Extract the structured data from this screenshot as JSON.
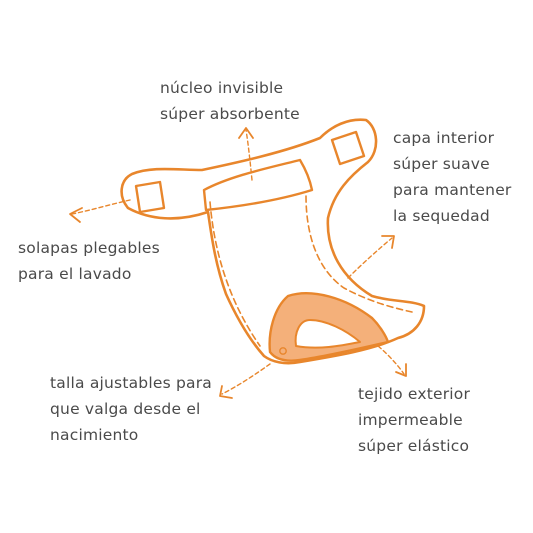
{
  "colors": {
    "outline": "#E8862C",
    "fill": "#F4B07A",
    "text": "#4a4a4a",
    "background": "#ffffff"
  },
  "callouts": [
    {
      "id": "core",
      "lines": [
        "núcleo invisible",
        "súper absorbente"
      ]
    },
    {
      "id": "inner",
      "lines": [
        "capa interior",
        "súper suave",
        "para mantener",
        "la sequedad"
      ]
    },
    {
      "id": "flaps",
      "lines": [
        "solapas plegables",
        "para el lavado"
      ]
    },
    {
      "id": "size",
      "lines": [
        "talla ajustables para",
        "que valga desde el",
        "nacimiento"
      ]
    },
    {
      "id": "outer",
      "lines": [
        "tejido exterior",
        "impermeable",
        "súper elástico"
      ]
    }
  ]
}
